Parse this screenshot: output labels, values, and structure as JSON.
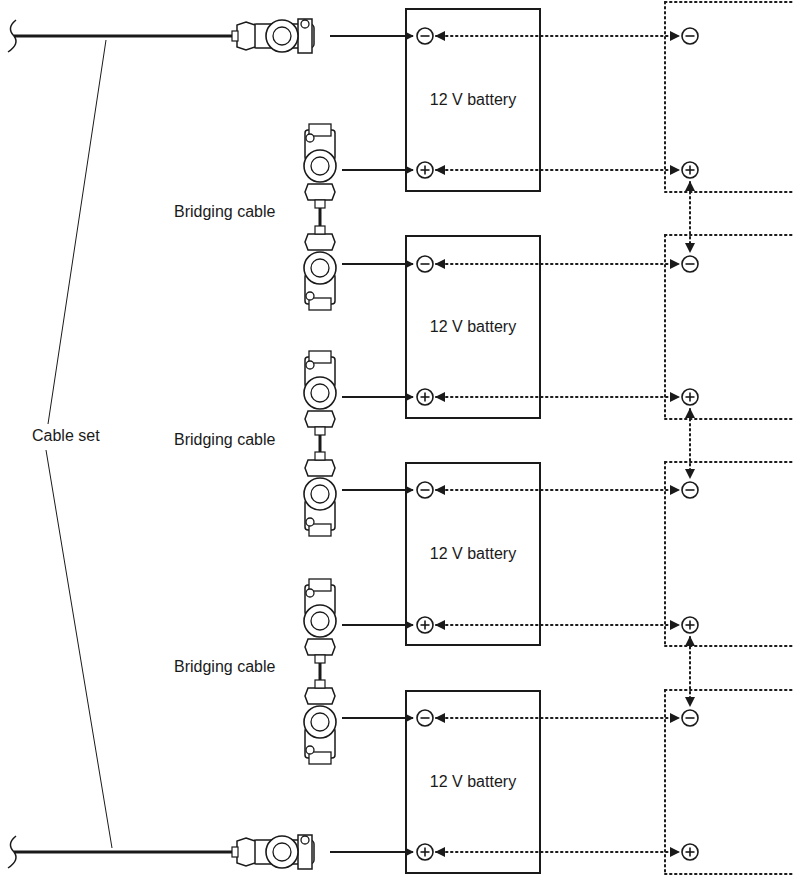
{
  "diagram": {
    "nodes": [
      {
        "text": [
          "12 V battery"
        ]
      },
      {
        "text": [
          "12 V battery"
        ]
      },
      {
        "text": [
          "12 V battery"
        ]
      },
      {
        "text": [
          "12 V battery"
        ]
      }
    ],
    "labels": [
      "Bridging cable",
      "Cable set",
      "Bridging cable",
      "Bridging cable"
    ]
  }
}
